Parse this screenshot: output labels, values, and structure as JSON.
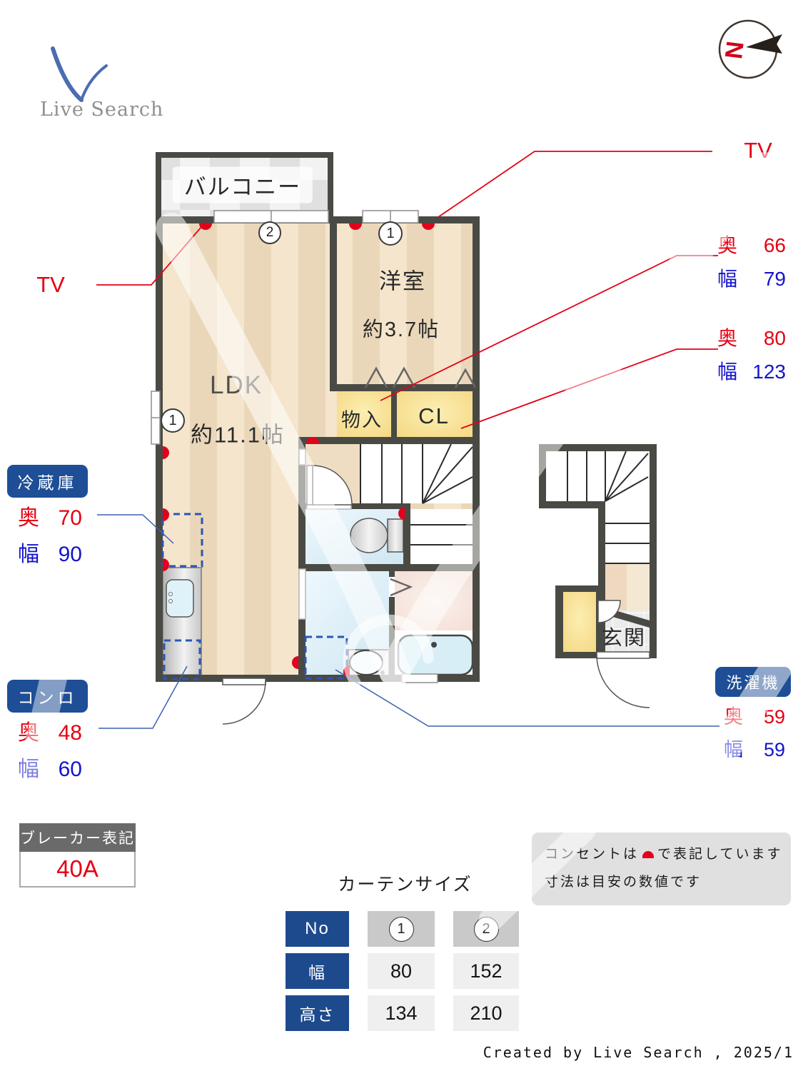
{
  "colors": {
    "accent_red": "#e60012",
    "accent_blue": "#1414cc",
    "label_navy": "#1e4e96",
    "table_navy": "#1d4a8c",
    "wall": "#4a4a44"
  },
  "logo": {
    "text": "Live Search"
  },
  "compass": {
    "letter": "N"
  },
  "rooms": {
    "balcony": "バルコニー",
    "western_room_name": "洋室",
    "western_room_size": "約3.7帖",
    "ldk_name": "LDK",
    "ldk_size": "約11.1帖",
    "storage": "物入",
    "closet": "CL",
    "entrance": "玄関"
  },
  "tv": {
    "left": "TV",
    "right": "TV"
  },
  "curtain_marks": {
    "balcony_window": "2",
    "western_window": "1",
    "ldk_side_window": "1"
  },
  "dim_labels": {
    "depth": "奥",
    "width": "幅"
  },
  "equipment": {
    "storage_dims": {
      "depth": "66",
      "width": "79"
    },
    "closet_dims": {
      "depth": "80",
      "width": "123"
    },
    "fridge": {
      "title": "冷蔵庫",
      "depth": "70",
      "width": "90"
    },
    "stove": {
      "title": "コンロ",
      "depth": "48",
      "width": "60"
    },
    "washer": {
      "title": "洗濯機",
      "depth": "59",
      "width": "59"
    }
  },
  "breaker": {
    "title": "ブレーカー表記",
    "value": "40A"
  },
  "notes": {
    "line1_pre": "コンセントは",
    "line1_post": "で表記しています",
    "line2": "寸法は目安の数値です"
  },
  "curtain_table": {
    "title": "カーテンサイズ",
    "header_no": "No",
    "header_width": "幅",
    "header_height": "高さ",
    "col1": {
      "no": "1",
      "width": "80",
      "height": "134"
    },
    "col2": {
      "no": "2",
      "width": "152",
      "height": "210"
    }
  },
  "footer": {
    "credit": "Created by Live Search , 2025/1"
  }
}
